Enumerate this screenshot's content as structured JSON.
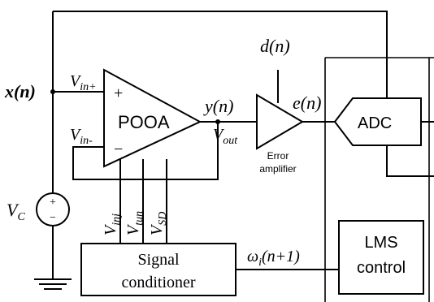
{
  "signals": {
    "x_n": "x(n)",
    "y_n": "y(n)",
    "d_n": "d(n)",
    "e_n": "e(n)",
    "omega": "ω",
    "omega_sub": "i",
    "omega_arg": "(n+1)"
  },
  "pins": {
    "vin_plus": {
      "main": "V",
      "sub": "in+"
    },
    "vin_minus": {
      "main": "V",
      "sub": "in-"
    },
    "vout": {
      "main": "V",
      "sub": "out"
    },
    "vinj": {
      "main": "V",
      "sub": "inj"
    },
    "vtun": {
      "main": "V",
      "sub": "tun"
    },
    "vsd": {
      "main": "V",
      "sub": "SD"
    },
    "vc": {
      "main": "V",
      "sub": "C"
    }
  },
  "blocks": {
    "opamp": "POOA",
    "plus_sign": "+",
    "minus_sign": "−",
    "adc": "ADC",
    "error_amp_line1": "Error",
    "error_amp_line2": "amplifier",
    "lms_line1": "LMS",
    "lms_line2": "control",
    "cond_line1": "Signal",
    "cond_line2": "conditioner",
    "source_plus": "+",
    "source_minus": "−"
  }
}
